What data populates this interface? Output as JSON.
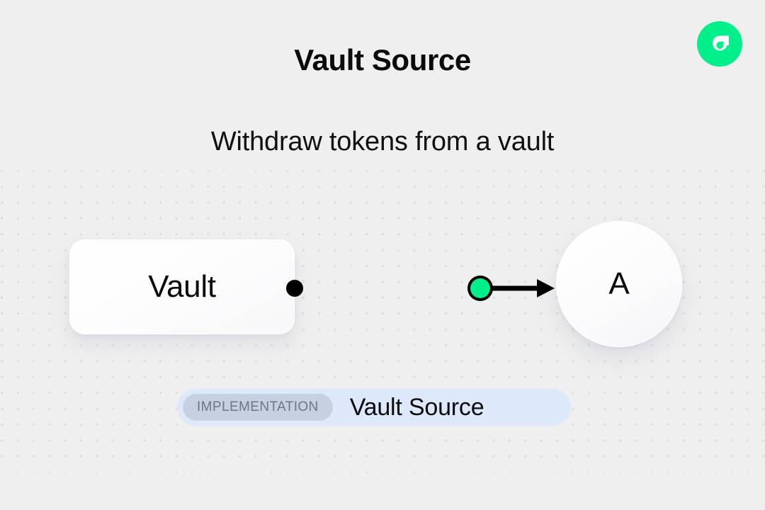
{
  "header": {
    "title": "Vault Source",
    "subtitle": "Withdraw tokens from a vault"
  },
  "brand": {
    "logo_icon": "flow-logo-icon",
    "logo_color": "#00EF8B"
  },
  "diagram": {
    "source_node": {
      "label": "Vault",
      "shape": "rounded-rect",
      "port_icon": "output-port-dot"
    },
    "target_node": {
      "label": "A",
      "shape": "circle",
      "port_icon": "input-arrow"
    },
    "connector": {
      "midpoint_icon": "connector-node-dot",
      "midpoint_color": "#00EF8B",
      "line_color": "#000000",
      "arrow_icon": "arrowhead-icon"
    },
    "background": {
      "pattern": "dot-grid",
      "dot_color": "#DEDEDE",
      "page_color": "#EFEFEF"
    }
  },
  "footer_badge": {
    "tag_label": "IMPLEMENTATION",
    "name": "Vault Source",
    "background_color": "#DEE8FB",
    "tag_background_color": "#C7D0E0"
  }
}
